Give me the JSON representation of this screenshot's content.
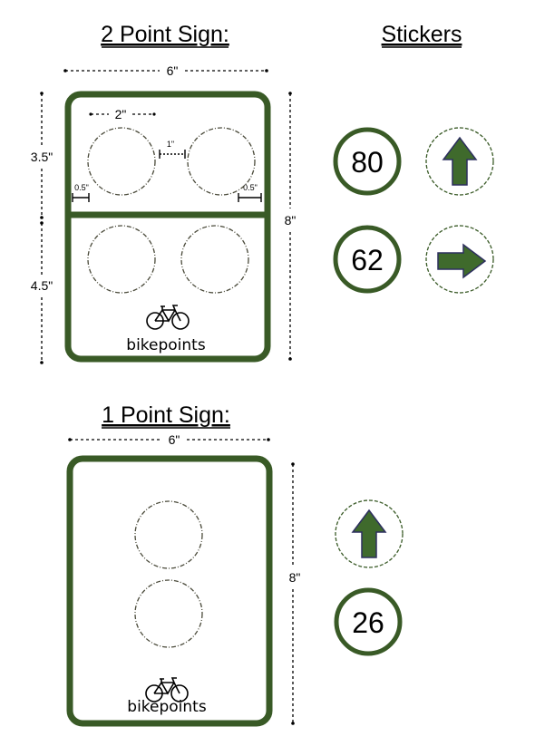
{
  "two_point": {
    "title": "2 Point Sign:",
    "width_label": "6\"",
    "height_label": "8\"",
    "top_height_label": "3.5\"",
    "bottom_height_label": "4.5\"",
    "circle_diameter_label": "2\"",
    "circle_gap_label": "1\"",
    "left_margin_label": "0.5\"",
    "right_margin_label": "0.5\"",
    "brand": "bikepoints"
  },
  "stickers": {
    "title": "Stickers",
    "items": [
      {
        "kind": "number",
        "label": "80"
      },
      {
        "kind": "arrow",
        "icon": "arrow-up-icon"
      },
      {
        "kind": "number",
        "label": "62"
      },
      {
        "kind": "arrow",
        "icon": "arrow-right-icon"
      }
    ]
  },
  "one_point": {
    "title": "1 Point Sign:",
    "width_label": "6\"",
    "height_label": "8\"",
    "brand": "bikepoints",
    "stickers": [
      {
        "kind": "arrow",
        "icon": "arrow-up-icon"
      },
      {
        "kind": "number",
        "label": "26"
      }
    ]
  },
  "colors": {
    "frame_green": "#395a26",
    "arrow_fill": "#3f6a2c",
    "arrow_outline": "#2d2f5e"
  }
}
